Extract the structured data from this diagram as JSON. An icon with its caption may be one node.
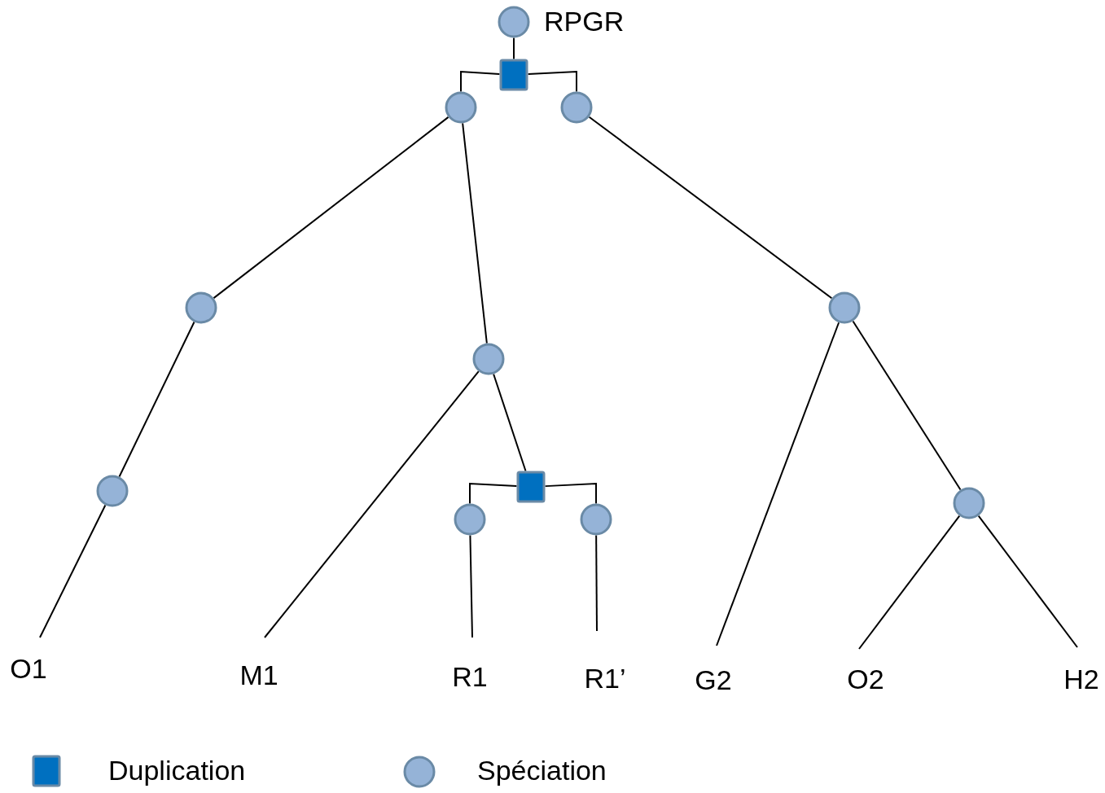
{
  "diagram": {
    "nodes": [
      {
        "text": [],
        "shape": "circle",
        "beside": [
          "RPGR"
        ]
      },
      {
        "text": [],
        "shape": "box"
      },
      {
        "text": [],
        "shape": "circle"
      },
      {
        "text": [],
        "shape": "circle"
      },
      {
        "text": [],
        "shape": "circle"
      },
      {
        "text": [],
        "shape": "circle"
      },
      {
        "text": [],
        "shape": "circle"
      },
      {
        "text": [],
        "shape": "circle"
      },
      {
        "text": [],
        "shape": "box"
      },
      {
        "text": [],
        "shape": "circle"
      },
      {
        "text": [],
        "shape": "circle"
      },
      {
        "text": [],
        "shape": "circle"
      },
      {
        "text": [
          "O1"
        ]
      },
      {
        "text": [
          "M1"
        ]
      },
      {
        "text": [
          "R1"
        ]
      },
      {
        "text": [
          "R1’"
        ]
      },
      {
        "text": [
          "G2"
        ]
      },
      {
        "text": [
          "O2"
        ]
      },
      {
        "text": [
          "H2"
        ]
      }
    ],
    "edges": [
      {
        "from": 0,
        "to": 1,
        "arrow": "none"
      },
      {
        "from": 1,
        "to": 2,
        "arrow": "none"
      },
      {
        "from": 1,
        "to": 3,
        "arrow": "none"
      },
      {
        "from": 2,
        "to": 4,
        "arrow": "none"
      },
      {
        "from": 2,
        "to": 5,
        "arrow": "none"
      },
      {
        "from": 3,
        "to": 6,
        "arrow": "none"
      },
      {
        "from": 4,
        "to": 7,
        "arrow": "none"
      },
      {
        "from": 7,
        "to": 12,
        "arrow": "none"
      },
      {
        "from": 5,
        "to": 13,
        "arrow": "none"
      },
      {
        "from": 5,
        "to": 8,
        "arrow": "none"
      },
      {
        "from": 8,
        "to": 9,
        "arrow": "none"
      },
      {
        "from": 8,
        "to": 10,
        "arrow": "none"
      },
      {
        "from": 9,
        "to": 14,
        "arrow": "none"
      },
      {
        "from": 10,
        "to": 15,
        "arrow": "none"
      },
      {
        "from": 6,
        "to": 16,
        "arrow": "none"
      },
      {
        "from": 6,
        "to": 11,
        "arrow": "none"
      },
      {
        "from": 11,
        "to": 17,
        "arrow": "none"
      },
      {
        "from": 11,
        "to": 18,
        "arrow": "none"
      }
    ],
    "legend": [
      {
        "text": "Duplication",
        "color": "#0070c0"
      },
      {
        "text": "Spéciation",
        "color": "#95b3d7"
      }
    ]
  }
}
